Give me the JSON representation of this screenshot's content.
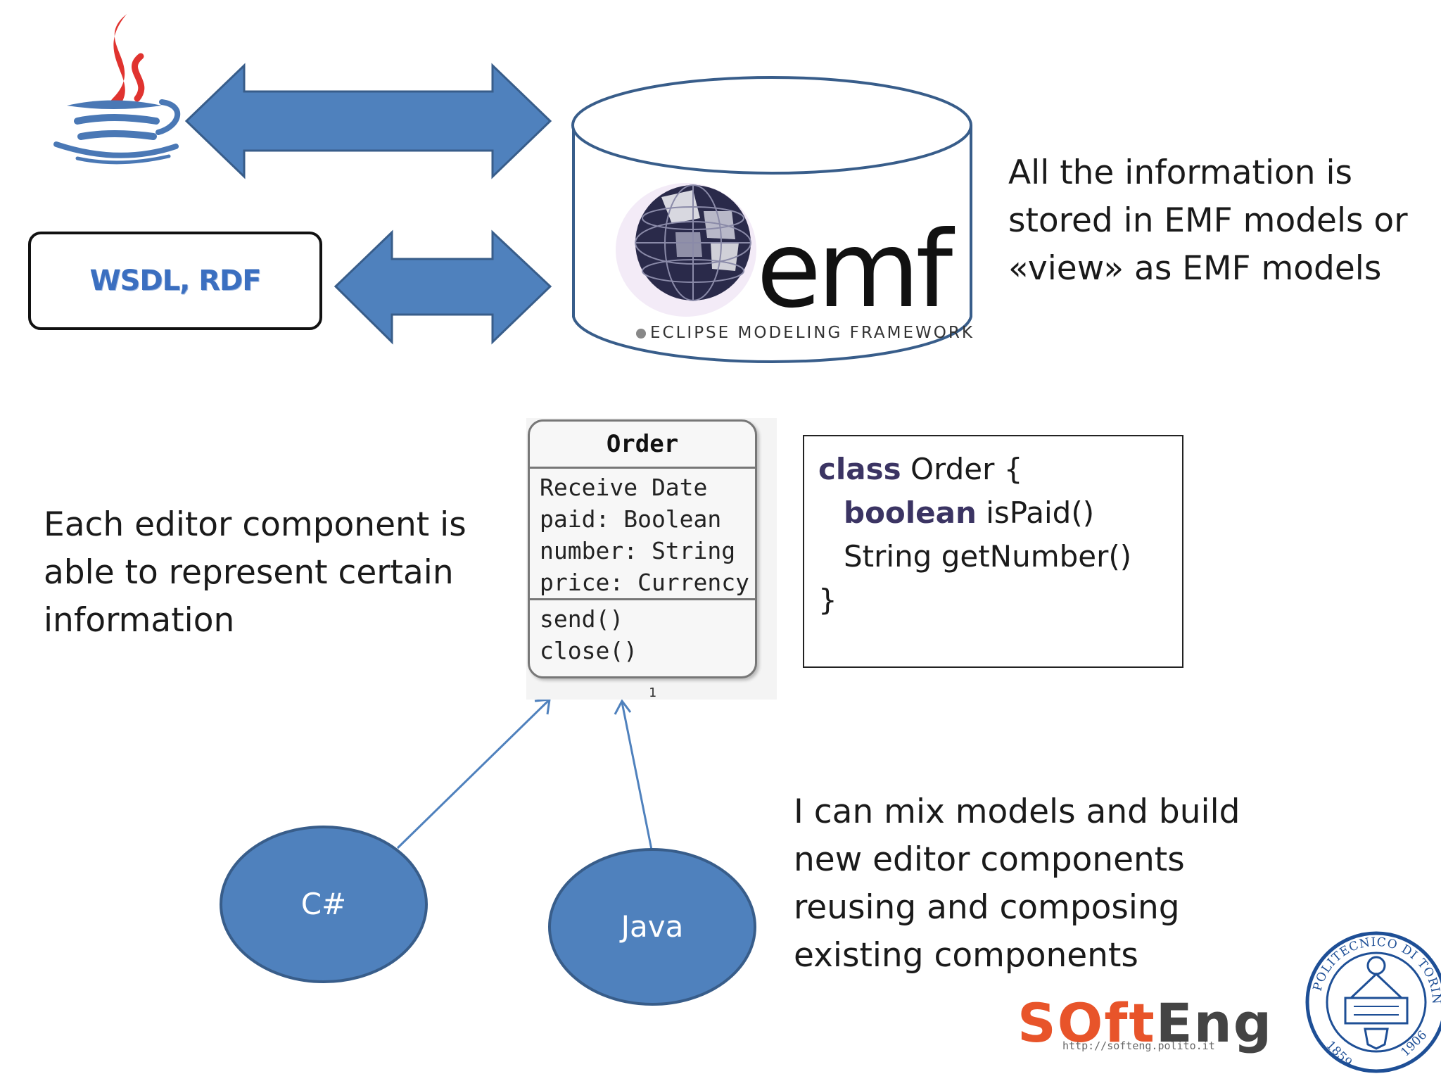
{
  "top": {
    "java_logo_icon": "java-coffee-cup-icon",
    "wsdl_label": "WSDL, RDF",
    "emf": {
      "logo_text": "emf",
      "caption": "ECLIPSE MODELING FRAMEWORK"
    },
    "info_text": [
      "All the information is",
      "stored in EMF models or",
      "«view» as EMF models"
    ]
  },
  "middle": {
    "left_text": [
      "Each editor component is",
      "able to represent certain",
      "information"
    ],
    "uml": {
      "class_name": "Order",
      "attributes": [
        "Receive Date",
        "paid: Boolean",
        "number: String",
        "price: Currency"
      ],
      "operations": [
        "send()",
        "close()"
      ],
      "multiplicity": "1"
    },
    "code": {
      "line1_kw": "class",
      "line1_rest": " Order {",
      "line2_kw": "boolean",
      "line2_rest": " isPaid()",
      "line3": "String getNumber()",
      "line4": "}"
    }
  },
  "bottom": {
    "ellipse_csharp": "C#",
    "ellipse_java": "Java",
    "mix_text": [
      "I can mix models and build",
      "new editor components",
      "reusing and composing",
      "existing components"
    ]
  },
  "footer": {
    "softeng_part1": "SOft",
    "softeng_part2": "Eng",
    "softeng_url": "http://softeng.polito.it",
    "seal_top_text": "POLITECNICO DI TORINO",
    "seal_year_left": "1859",
    "seal_year_right": "1906"
  },
  "colors": {
    "arrow_fill": "#4f81bd",
    "arrow_stroke": "#385d8a",
    "cylinder_stroke": "#385d8a",
    "softeng_orange": "#e8542a",
    "seal_blue": "#1e4f96"
  }
}
